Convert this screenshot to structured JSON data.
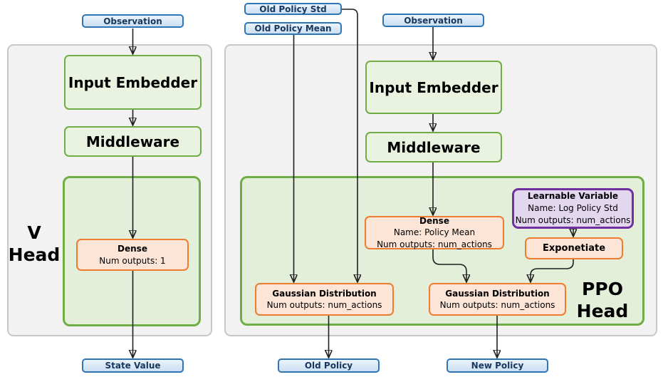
{
  "inputs": {
    "observation_left": "Observation",
    "old_policy_std": "Old Policy Std",
    "old_policy_mean": "Old Policy Mean",
    "observation_right": "Observation"
  },
  "v_head": {
    "title_line1": "V",
    "title_line2": "Head",
    "input_embedder": "Input Embedder",
    "middleware": "Middleware",
    "dense": {
      "title": "Dense",
      "line1": "Num outputs: 1"
    }
  },
  "ppo_head": {
    "title_line1": "PPO",
    "title_line2": "Head",
    "input_embedder": "Input Embedder",
    "middleware": "Middleware",
    "dense": {
      "title": "Dense",
      "line1": "Name: Policy Mean",
      "line2": "Num outputs: num_actions"
    },
    "learnable_variable": {
      "title": "Learnable Variable",
      "line1": "Name: Log Policy Std",
      "line2": "Num outputs: num_actions"
    },
    "exponetiate": {
      "title": "Exponetiate"
    },
    "gaussian_old": {
      "title": "Gaussian Distribution",
      "line1": "Num outputs: num_actions"
    },
    "gaussian_new": {
      "title": "Gaussian Distribution",
      "line1": "Num outputs: num_actions"
    }
  },
  "outputs": {
    "state_value": "State Value",
    "old_policy": "Old Policy",
    "new_policy": "New Policy"
  },
  "colors": {
    "blue_border": "#2E75B6",
    "blue_fill": "#DBE9F7",
    "blue_text": "#17375E",
    "green_border": "#70AD47",
    "green_fill": "#EAF3DF",
    "green_container_fill": "#E3EFD8",
    "orange_border": "#ED7D31",
    "orange_fill": "#FCE4D6",
    "purple_border": "#7030A0",
    "purple_fill": "#E3D7F0",
    "panel_fill": "#F2F2F2",
    "panel_border": "#C7C7C7",
    "arrow": "#1F1F1F"
  }
}
